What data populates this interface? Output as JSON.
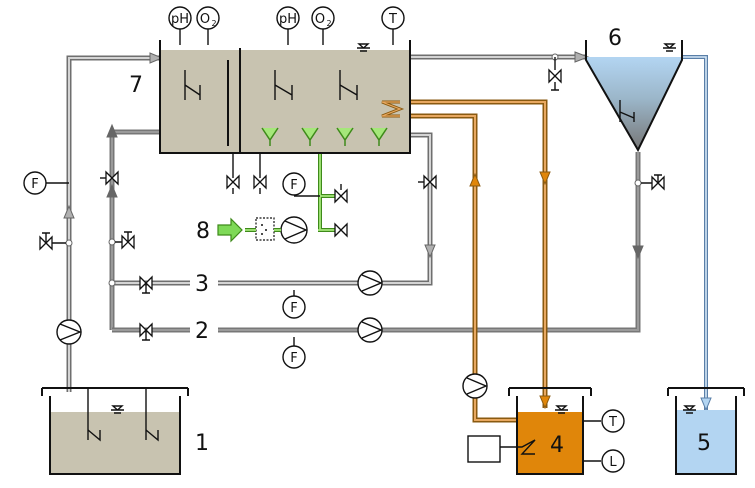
{
  "components": [
    {
      "id": "tank-1",
      "label": "1"
    },
    {
      "id": "line-2",
      "label": "2"
    },
    {
      "id": "line-3",
      "label": "3"
    },
    {
      "id": "tank-4",
      "label": "4"
    },
    {
      "id": "tank-5",
      "label": "5"
    },
    {
      "id": "settler-6",
      "label": "6"
    },
    {
      "id": "reactor-7",
      "label": "7"
    },
    {
      "id": "air-8",
      "label": "8"
    }
  ],
  "sensors": {
    "ph": "pH",
    "oxygen": "O",
    "oxygen_sub": "2",
    "temperature": "T",
    "flow": "F",
    "level": "L"
  },
  "colors": {
    "sludge": "#c8c3b0",
    "clear_water": "#b3d5f2",
    "heater": "#e0860a",
    "air": "#7ed957",
    "pipe": "#8a8a8a",
    "hot_pipe": "#c07820"
  }
}
